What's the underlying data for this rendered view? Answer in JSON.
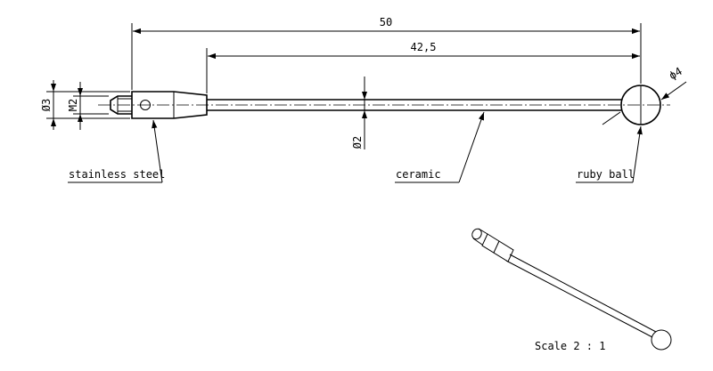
{
  "dimensions": {
    "overall_length": "50",
    "shaft_length": "42,5",
    "ball_diameter": "ϕ4",
    "thread_diameter": "Ø3",
    "thread_size": "M2",
    "shaft_diameter": "Ø2"
  },
  "labels": {
    "body_material": "stainless steel",
    "shaft_material": "ceramic",
    "tip_material": "ruby ball"
  },
  "scale_note": "Scale 2 : 1"
}
